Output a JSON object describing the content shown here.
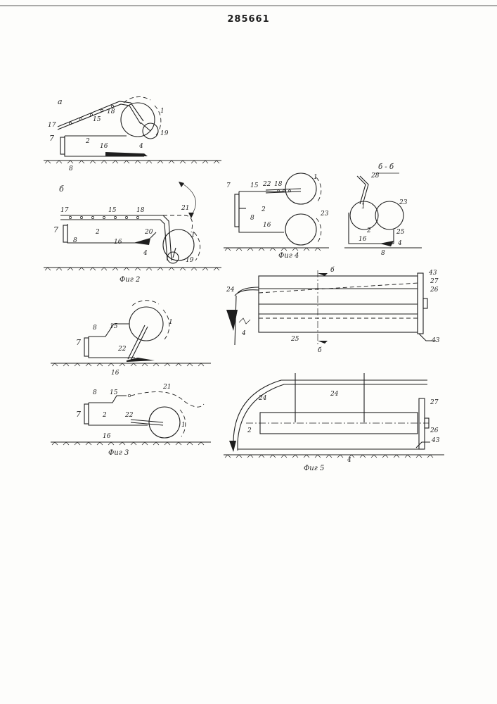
{
  "document": {
    "page_number": "285661"
  },
  "figures": {
    "fig2": {
      "caption": "Фиг 2",
      "sub_a": {
        "letter": "а",
        "labels": {
          "n17": "17",
          "n18": "18",
          "n15": "15",
          "n1": "1",
          "n19": "19",
          "n7": "7",
          "n2": "2",
          "n16": "16",
          "n4": "4",
          "n8": "8"
        }
      },
      "sub_b": {
        "letter": "б",
        "labels": {
          "n17": "17",
          "n15": "15",
          "n18": "18",
          "n21": "21",
          "n7": "7",
          "n2": "2",
          "n20": "20",
          "n1": "1",
          "n8": "8",
          "n16": "16",
          "n4": "4",
          "n19": "19"
        }
      }
    },
    "fig3": {
      "caption": "Фиг 3",
      "top": {
        "labels": {
          "n8": "8",
          "n15": "15",
          "n1": "1",
          "n7": "7",
          "n22": "22",
          "n16": "16"
        }
      },
      "bottom": {
        "labels": {
          "n8": "8",
          "n15": "15",
          "n21": "21",
          "n7": "7",
          "n2": "2",
          "n22": "22",
          "n1": "1",
          "n16": "16"
        }
      }
    },
    "fig4": {
      "caption": "Фиг 4",
      "labels": {
        "n7": "7",
        "n15": "15",
        "n22": "22",
        "n18": "18",
        "n1": "1",
        "n2": "2",
        "n8": "8",
        "n16": "16",
        "n23": "23"
      }
    },
    "section_bb": {
      "title": "б - б",
      "labels": {
        "n28": "28",
        "n1": "1",
        "n23": "23",
        "n2": "2",
        "n25": "25",
        "n16": "16",
        "n8": "8",
        "n4": "4"
      }
    },
    "plan_view": {
      "labels": {
        "n43a": "43",
        "n27": "27",
        "n26": "26",
        "n24": "24",
        "n4": "4",
        "n25": "25",
        "n43b": "43",
        "cut_b1": "б",
        "cut_b2": "б"
      }
    },
    "fig5": {
      "caption": "Фиг 5",
      "labels": {
        "n24a": "24",
        "n24b": "24",
        "n2": "2",
        "n27": "27",
        "n26": "26",
        "n43": "43",
        "n4": "4"
      }
    }
  }
}
